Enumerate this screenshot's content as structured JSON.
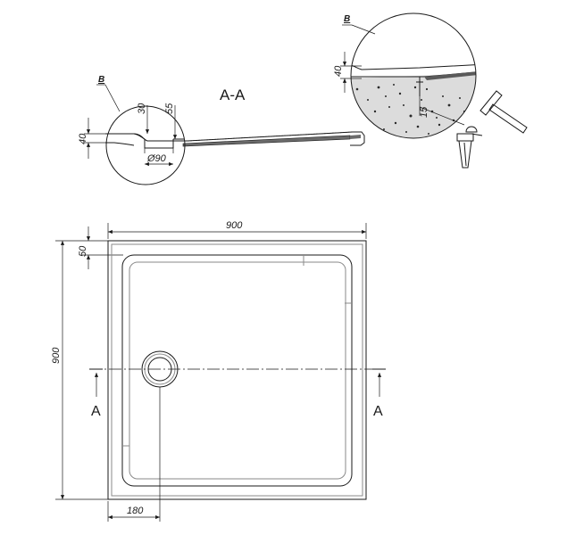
{
  "section_view": {
    "title": "A-A",
    "detail_label_left": "B",
    "detail_label_right": "B",
    "dim_height_left": "40",
    "dim_30": "30",
    "dim_55": "55",
    "dim_drain_diameter": "Ø90",
    "dim_height_detail": "40",
    "dim_15": "15"
  },
  "plan_view": {
    "dim_width": "900",
    "dim_depth": "900",
    "dim_rim": "50",
    "dim_drain_offset": "180",
    "section_mark_left": "A",
    "section_mark_right": "A"
  }
}
